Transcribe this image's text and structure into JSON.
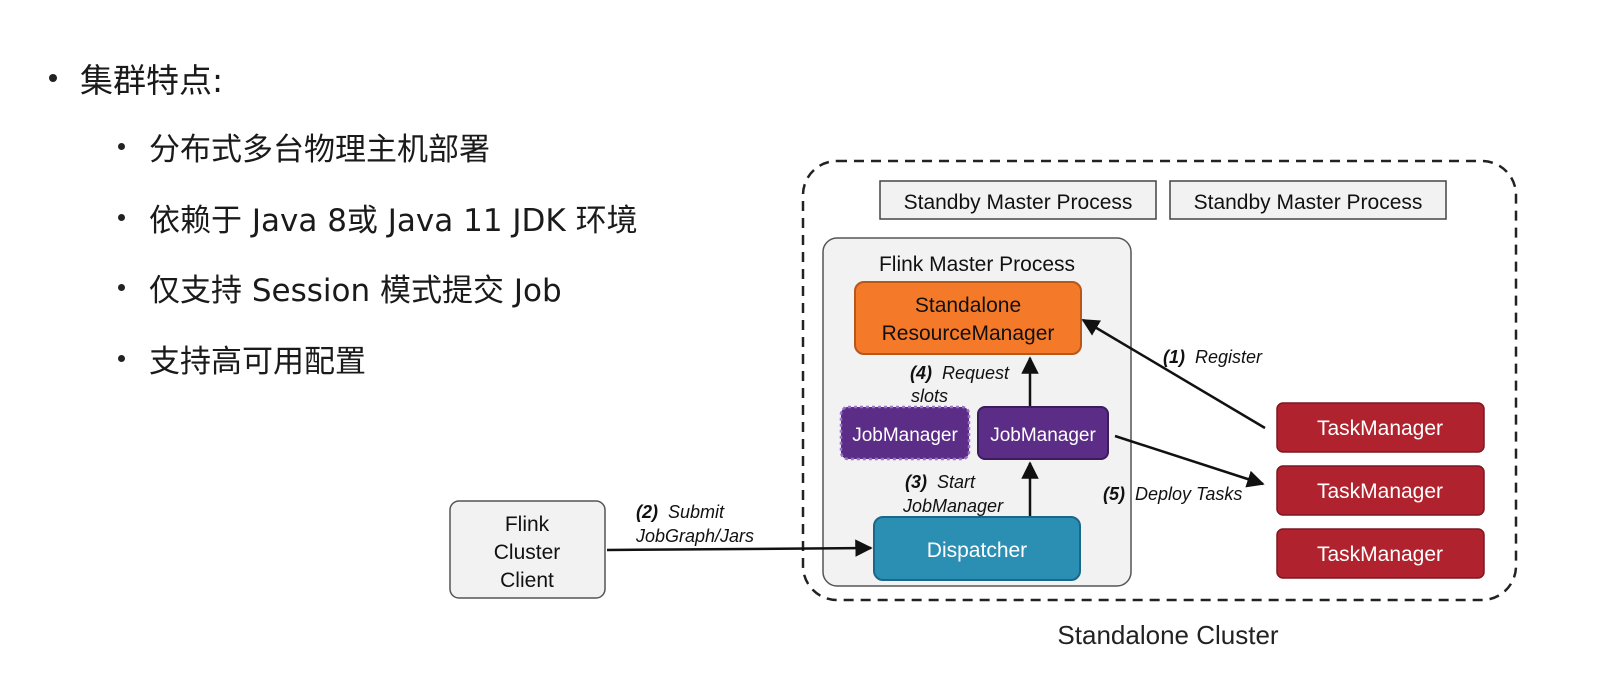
{
  "bullets": {
    "heading": "集群特点:",
    "items": [
      "分布式多台物理主机部署",
      "依赖于 Java 8或 Java 11 JDK 环境",
      "仅支持 Session 模式提交 Job",
      "支持高可用配置"
    ]
  },
  "diagram": {
    "cluster_label": "Standalone Cluster",
    "standby": [
      "Standby Master Process",
      "Standby Master Process"
    ],
    "master_label": "Flink Master Process",
    "resource_manager": [
      "Standalone",
      "ResourceManager"
    ],
    "jobmanager_standby": "JobManager",
    "jobmanager": "JobManager",
    "dispatcher": "Dispatcher",
    "client": [
      "Flink",
      "Cluster",
      "Client"
    ],
    "taskmanagers": [
      "TaskManager",
      "TaskManager",
      "TaskManager"
    ],
    "steps": {
      "register": {
        "num": "(1)",
        "text": "Register"
      },
      "submit": {
        "num": "(2)",
        "line1": "Submit",
        "line2": "JobGraph/Jars"
      },
      "start": {
        "num": "(3)",
        "line1": "Start",
        "line2": "JobManager"
      },
      "request": {
        "num": "(4)",
        "line1": "Request",
        "line2": "slots"
      },
      "deploy": {
        "num": "(5)",
        "text": "Deploy Tasks"
      }
    },
    "colors": {
      "resource_manager": "#f47a2a",
      "jobmanager": "#5b2d86",
      "dispatcher": "#2b8fb3",
      "taskmanager": "#b0232e",
      "client_fill": "#f2f2f2",
      "standby_fill": "#f2f2f2"
    }
  }
}
